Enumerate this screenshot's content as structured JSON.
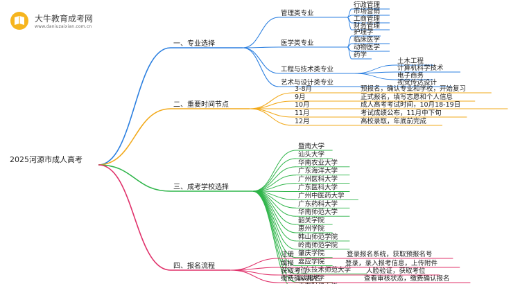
{
  "watermark": {
    "title": "大牛教育成考网",
    "url": "www.daniuzaixian.com.cn"
  },
  "root": "2025河源市成人高考",
  "branches": [
    {
      "label": "一、专业选择",
      "color": "#2b7fe0",
      "children": [
        {
          "label": "管理类专业",
          "children": [
            "行政管理",
            "市场营销",
            "工商管理",
            "财务管理"
          ]
        },
        {
          "label": "医学类专业",
          "children": [
            "护理学",
            "临床医学",
            "动物医学",
            "药学"
          ]
        },
        {
          "label": "工程与技术类专业",
          "children": [
            "土木工程",
            "计算机科学技术",
            "电子商务"
          ]
        },
        {
          "label": "艺术与设计类专业",
          "children": [
            "视觉传达设计"
          ]
        }
      ]
    },
    {
      "label": "二、重要时间节点",
      "color": "#f2a91a",
      "children": [
        {
          "label": "3-8月",
          "children": [
            "预报名，确认专业和学校，开始复习"
          ]
        },
        {
          "label": "9月",
          "children": [
            "正式报名，填写志愿和个人信息"
          ]
        },
        {
          "label": "10月",
          "children": [
            "成人高考考试时间，10月18-19日"
          ]
        },
        {
          "label": "11月",
          "children": [
            "考试成绩公布，11月中下旬"
          ]
        },
        {
          "label": "12月",
          "children": [
            "高校录取，年底前完成"
          ]
        }
      ]
    },
    {
      "label": "三、成考学校选择",
      "color": "#2fb54a",
      "children": [
        {
          "label": "暨南大学"
        },
        {
          "label": "汕头大学"
        },
        {
          "label": "华南农业大学"
        },
        {
          "label": "广东海洋大学"
        },
        {
          "label": "广州医科大学"
        },
        {
          "label": "广东医科大学"
        },
        {
          "label": "广州中医药大学"
        },
        {
          "label": "广东药科大学"
        },
        {
          "label": "华南师范大学"
        },
        {
          "label": "韶关学院"
        },
        {
          "label": "惠州学院"
        },
        {
          "label": "韩山师范学院"
        },
        {
          "label": "岭南师范学院"
        },
        {
          "label": "肇庆学院"
        },
        {
          "label": "嘉应学院"
        },
        {
          "label": "广东技术师范大学"
        },
        {
          "label": "深圳大学"
        },
        {
          "label": "广东财经大学"
        }
      ]
    },
    {
      "label": "四、报名流程",
      "color": "#e0306a",
      "children": [
        {
          "label": "注册",
          "children": [
            "登录报名系统，获取预报名号"
          ]
        },
        {
          "label": "填报",
          "children": [
            "登录，录入报考信息，上传附件"
          ]
        },
        {
          "label": "获取考位",
          "children": [
            "人脸验证，获取考位"
          ]
        },
        {
          "label": "缴费确认报名",
          "children": [
            "查看审核状态，缴费确认报名"
          ]
        }
      ]
    }
  ]
}
